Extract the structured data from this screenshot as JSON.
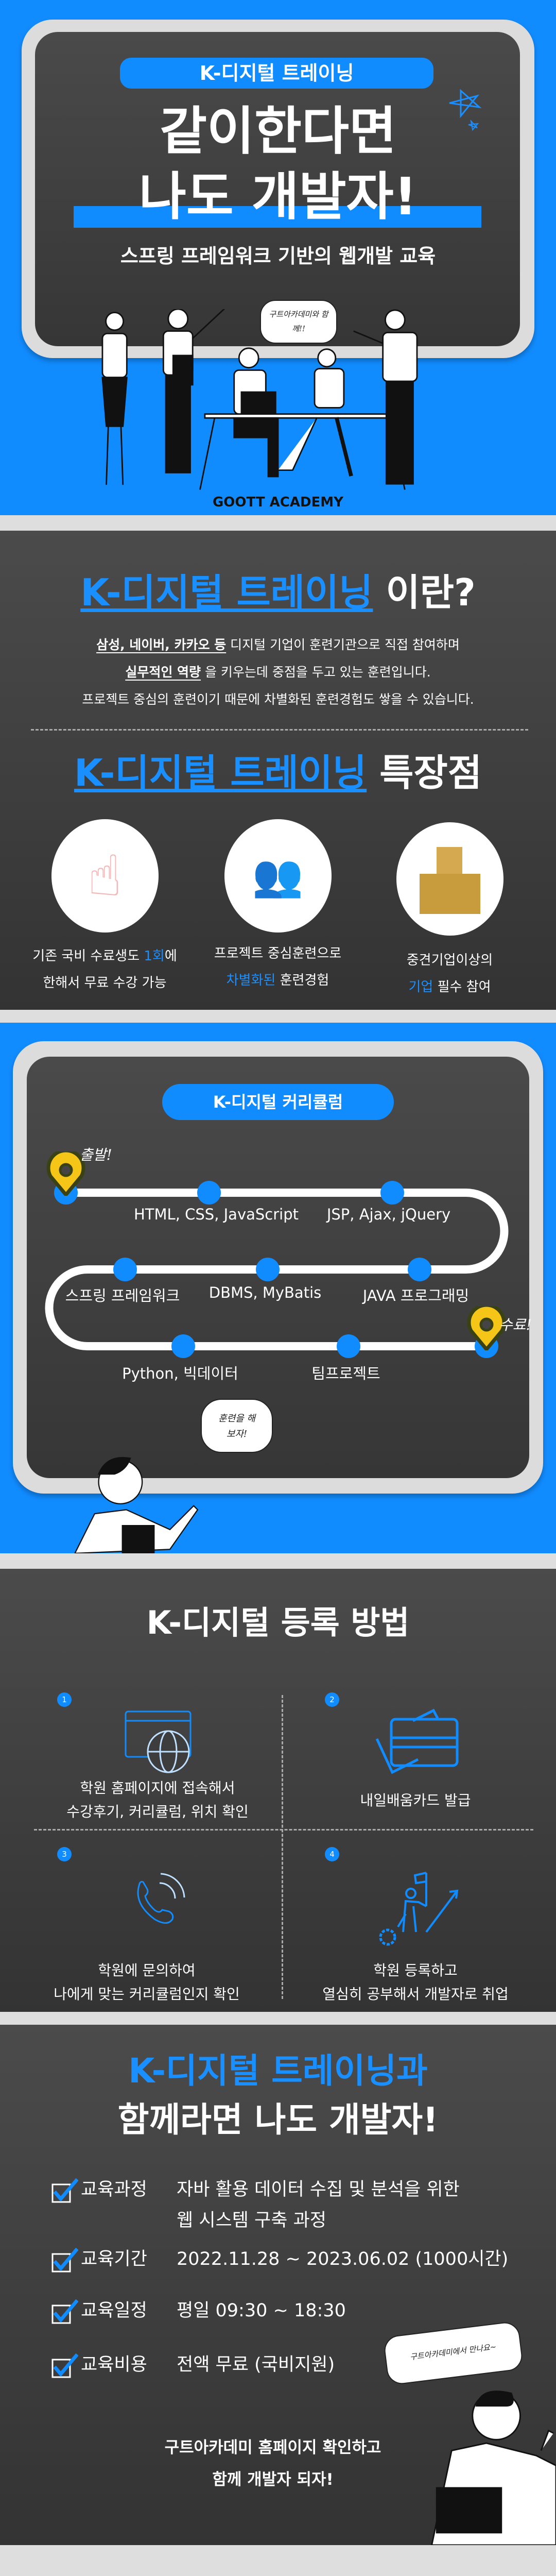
{
  "hero": {
    "pill": "K-디지털 트레이닝",
    "title_line1": "같이한다면",
    "title_line2": "나도 개발자!",
    "subtitle": "스프링 프레임워크 기반의 웹개발 교육",
    "bubble": "구트아카데미와 함께!!",
    "brand": "GOOTT ACADEMY"
  },
  "about": {
    "heading_blue": "K-디지털 트레이닝",
    "heading_white": "이란?",
    "line1_ul": "삼성, 네이버, 카카오 등",
    "line1_rest": " 디지털 기업이 훈련기관으로 직접 참여하며",
    "line2_ul": "실무적인 역량",
    "line2_rest": " 을 키우는데 중점을 두고 있는 훈련입니다.",
    "line3": "프로젝트 중심의 훈련이기 때문에 차별화된 훈련경험도 쌓을 수 있습니다."
  },
  "features": {
    "heading_blue": "K-디지털 트레이닝",
    "heading_white": "특장점",
    "items": [
      {
        "icon": "index-finger-icon",
        "l1a": "기존 국비 수료생도 ",
        "l1b": "1회",
        "l1c": "에",
        "l2a": "",
        "l2b": "",
        "l2c": "한해서 무료 수강 가능"
      },
      {
        "icon": "team-meeting-icon",
        "l1a": "프로젝트 중심훈련으로",
        "l1b": "",
        "l1c": "",
        "l2a": "",
        "l2b": "차별화된",
        "l2c": " 훈련경험"
      },
      {
        "icon": "building-icon",
        "l1a": "중견기업이상의",
        "l1b": "",
        "l1c": "",
        "l2a": "",
        "l2b": "기업",
        "l2c": " 필수 참여"
      }
    ]
  },
  "curriculum": {
    "pill": "K-디지털 커리큘럼",
    "start": "출발!",
    "end": "수료!",
    "steps": [
      "HTML, CSS, JavaScript",
      "JSP, Ajax, jQuery",
      "JAVA 프로그래밍",
      "DBMS, MyBatis",
      "스프링 프레임워크",
      "Python, 빅데이터",
      "팀프로젝트"
    ],
    "bubble": "훈련을 해보자!"
  },
  "register": {
    "heading": "K-디지털 등록 방법",
    "steps": [
      {
        "num": "1",
        "icon": "web-globe-icon",
        "l1": "학원 홈페이지에 접속해서",
        "l2": "수강후기, 커리큘럼, 위치 확인"
      },
      {
        "num": "2",
        "icon": "card-icon",
        "l1": "내일배움카드 발급",
        "l2": ""
      },
      {
        "num": "3",
        "icon": "phone-icon",
        "l1": "학원에 문의하여",
        "l2": "나에게 맞는 커리큘럼인지 확인"
      },
      {
        "num": "4",
        "icon": "career-climb-icon",
        "l1": "학원 등록하고",
        "l2": "열심히 공부해서 개발자로 취업"
      }
    ]
  },
  "summary": {
    "heading_blue": "K-디지털 트레이닝과",
    "heading_white": "함께라면 나도 개발자!",
    "rows": [
      {
        "label": "교육과정",
        "value": "자바 활용 데이터 수집 및 분석을 위한",
        "value2": "웹 시스템 구축 과정"
      },
      {
        "label": "교육기간",
        "value": "2022.11.28 ~ 2023.06.02 (1000시간)",
        "value2": ""
      },
      {
        "label": "교육일정",
        "value": "평일 09:30 ~ 18:30",
        "value2": ""
      },
      {
        "label": "교육비용",
        "value": "전액 무료 (국비지원)",
        "value2": ""
      }
    ],
    "cta1": "구트아카데미 홈페이지 확인하고",
    "cta2": "함께 개발자 되자!",
    "bubble": "구트아카데미에서 만나요~"
  },
  "colors": {
    "accent": "#118cff",
    "dark": "#3d3d3d",
    "frame": "#dcdcdc",
    "pin": "#f5c518"
  }
}
